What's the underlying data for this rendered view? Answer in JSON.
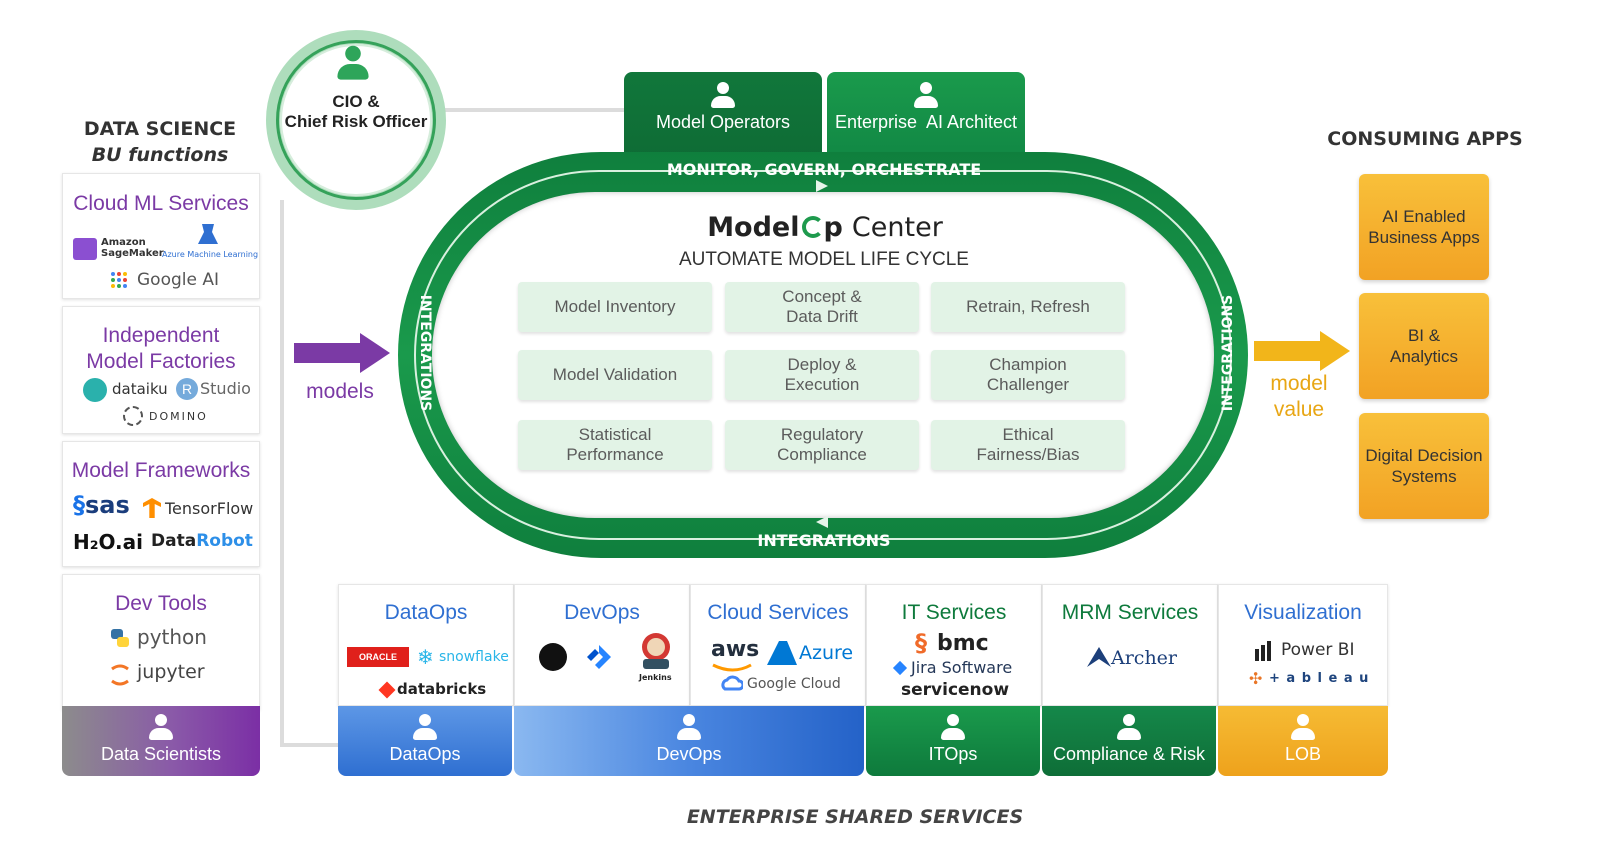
{
  "headings": {
    "data_science": "DATA SCIENCE",
    "bu_functions": "BU functions",
    "consuming_apps": "CONSUMING APPS",
    "enterprise_shared": "ENTERPRISE SHARED SERVICES"
  },
  "left_cards": {
    "cloud_ml": {
      "title": "Cloud ML Services",
      "logos": [
        "Amazon",
        "SageMaker",
        "Azure Machine Learning",
        "Google AI"
      ]
    },
    "factories": {
      "title_line1": "Independent",
      "title_line2": "Model Factories",
      "logos": [
        "dataiku",
        "Studio",
        "DOMINO"
      ]
    },
    "frameworks": {
      "title": "Model Frameworks",
      "logos": [
        "sas",
        "TensorFlow",
        "H₂O.ai",
        "Data",
        "Robot"
      ]
    },
    "devtools": {
      "title": "Dev Tools",
      "logos": [
        "python",
        "jupyter"
      ]
    },
    "data_scientists": "Data Scientists"
  },
  "cio": {
    "line1": "CIO &",
    "line2": "Chief Risk Officer"
  },
  "top_roles": {
    "operators": "Model Operators",
    "architect": "Enterprise  AI Architect"
  },
  "track": {
    "top_label": "MONITOR, GOVERN, ORCHESTRATE",
    "bottom_label": "INTEGRATIONS",
    "left_label": "INTEGRATIONS",
    "right_label": "INTEGRATIONS"
  },
  "brand": {
    "model": "Model",
    "op": "p",
    "center": "Center",
    "tagline": "AUTOMATE MODEL LIFE CYCLE"
  },
  "capabilities": [
    {
      "l1": "Model Inventory",
      "l2": ""
    },
    {
      "l1": "Concept &",
      "l2": "Data Drift"
    },
    {
      "l1": "Retrain, Refresh",
      "l2": ""
    },
    {
      "l1": "Model Validation",
      "l2": ""
    },
    {
      "l1": "Deploy &",
      "l2": "Execution"
    },
    {
      "l1": "Champion",
      "l2": "Challenger"
    },
    {
      "l1": "Statistical",
      "l2": "Performance"
    },
    {
      "l1": "Regulatory",
      "l2": "Compliance"
    },
    {
      "l1": "Ethical",
      "l2": "Fairness/Bias"
    }
  ],
  "arrows": {
    "models": "models",
    "model_value_1": "model",
    "model_value_2": "value"
  },
  "consuming": [
    {
      "l1": "AI Enabled",
      "l2": "Business Apps"
    },
    {
      "l1": "BI &",
      "l2": "Analytics"
    },
    {
      "l1": "Digital Decision",
      "l2": "Systems"
    }
  ],
  "services": {
    "dataops": {
      "title": "DataOps",
      "logos": [
        "ORACLE",
        "snowflake",
        "databricks"
      ],
      "role": "DataOps"
    },
    "devops": {
      "title": "DevOps",
      "logos": [
        "Jenkins"
      ],
      "role": "DevOps"
    },
    "cloud": {
      "title": "Cloud Services",
      "logos": [
        "aws",
        "Azure",
        "Google Cloud"
      ]
    },
    "it": {
      "title": "IT Services",
      "logos": [
        "bmc",
        "Jira Software",
        "servicenow"
      ],
      "role": "ITOps"
    },
    "mrm": {
      "title": "MRM Services",
      "logos": [
        "Archer"
      ],
      "role": "Compliance & Risk"
    },
    "viz": {
      "title": "Visualization",
      "logos": [
        "Power BI",
        "+ a b l e a u"
      ],
      "role": "LOB"
    }
  },
  "colors": {
    "purple": "#7b3aa5",
    "green_dark": "#0e7a3c",
    "green": "#1e9a4d",
    "blue": "#2f6fd1",
    "gold": "#f2a224"
  }
}
